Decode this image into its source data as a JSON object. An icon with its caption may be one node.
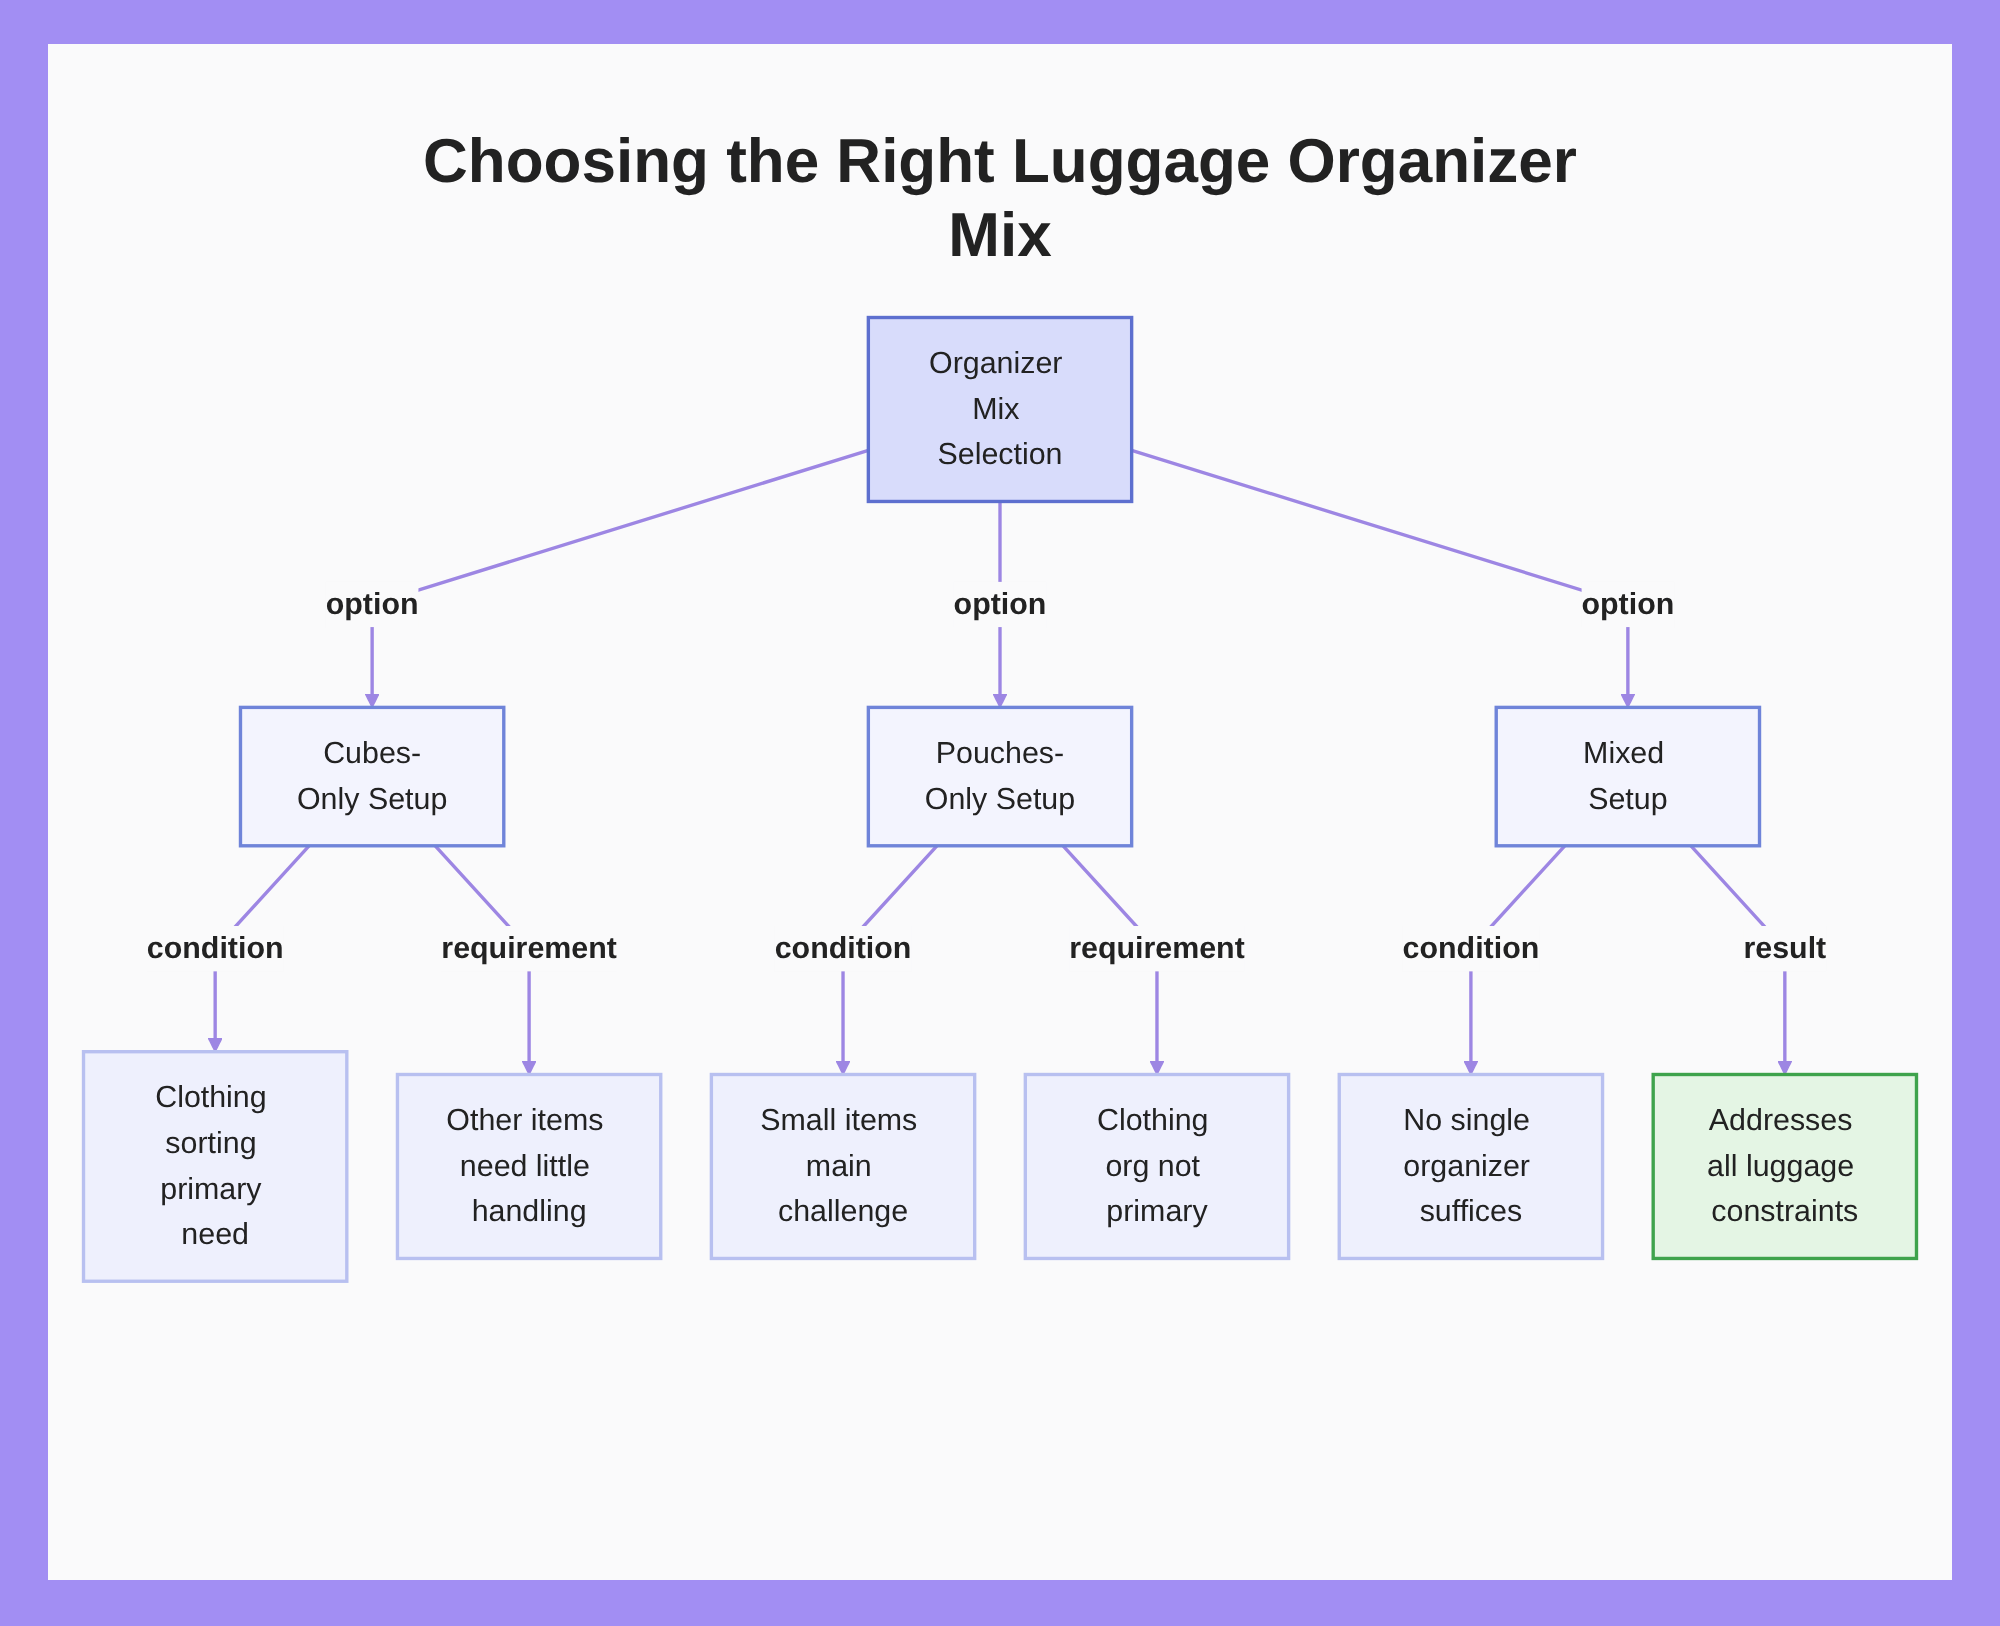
{
  "diagram": {
    "title": "Choosing the Right Luggage Organizer Mix",
    "nodes": [
      {
        "text": [
          "Organizer Mix Selection"
        ]
      },
      {
        "text": [
          "Cubes-Only Setup"
        ]
      },
      {
        "text": [
          "Pouches-Only Setup"
        ]
      },
      {
        "text": [
          "Mixed Setup"
        ]
      },
      {
        "text": [
          "Clothing sorting primary need"
        ]
      },
      {
        "text": [
          "Other items need little handling"
        ]
      },
      {
        "text": [
          "Small items main challenge"
        ]
      },
      {
        "text": [
          "Clothing org not primary"
        ]
      },
      {
        "text": [
          "No single organizer suffices"
        ]
      },
      {
        "text": [
          "Addresses all luggage constraints"
        ]
      }
    ],
    "edges": [
      {
        "from": 0,
        "to": 1,
        "label": "option",
        "arrow": "to"
      },
      {
        "from": 0,
        "to": 2,
        "label": "option",
        "arrow": "to"
      },
      {
        "from": 0,
        "to": 3,
        "label": "option",
        "arrow": "to"
      },
      {
        "from": 1,
        "to": 4,
        "label": "condition",
        "arrow": "to"
      },
      {
        "from": 1,
        "to": 5,
        "label": "requirement",
        "arrow": "to"
      },
      {
        "from": 2,
        "to": 6,
        "label": "condition",
        "arrow": "to"
      },
      {
        "from": 2,
        "to": 7,
        "label": "requirement",
        "arrow": "to"
      },
      {
        "from": 3,
        "to": 8,
        "label": "condition",
        "arrow": "to"
      },
      {
        "from": 3,
        "to": 9,
        "label": "result",
        "arrow": "to"
      }
    ]
  }
}
